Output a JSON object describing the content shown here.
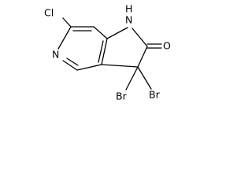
{
  "molecule": {
    "atoms": {
      "cl": "Cl",
      "nh": "H",
      "nh_n": "N",
      "o": "O",
      "n_ring": "N",
      "br1": "Br",
      "br2": "Br"
    },
    "colors": {
      "bond": "#000000",
      "label": "#000000",
      "background": "#ffffff"
    }
  }
}
